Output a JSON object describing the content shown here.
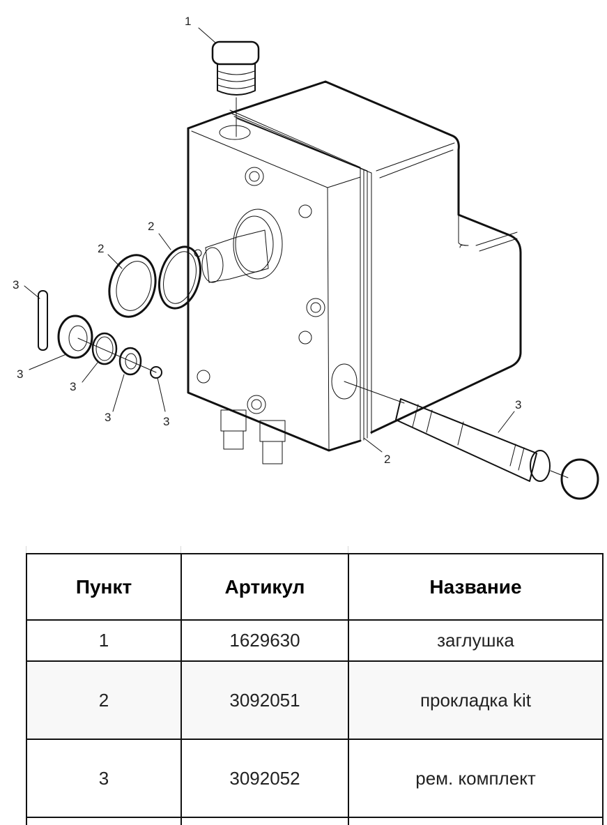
{
  "diagram": {
    "callouts": [
      "1",
      "2",
      "2",
      "3",
      "3",
      "3",
      "3",
      "3",
      "2",
      "3"
    ]
  },
  "table": {
    "headers": [
      "Пункт",
      "Артикул",
      "Название"
    ],
    "rows": [
      {
        "item": "1",
        "article": "1629630",
        "name": "заглушка"
      },
      {
        "item": "2",
        "article": "3092051",
        "name": "прокладка kit"
      },
      {
        "item": "3",
        "article": "3092052",
        "name": "рем. комплект"
      }
    ]
  }
}
